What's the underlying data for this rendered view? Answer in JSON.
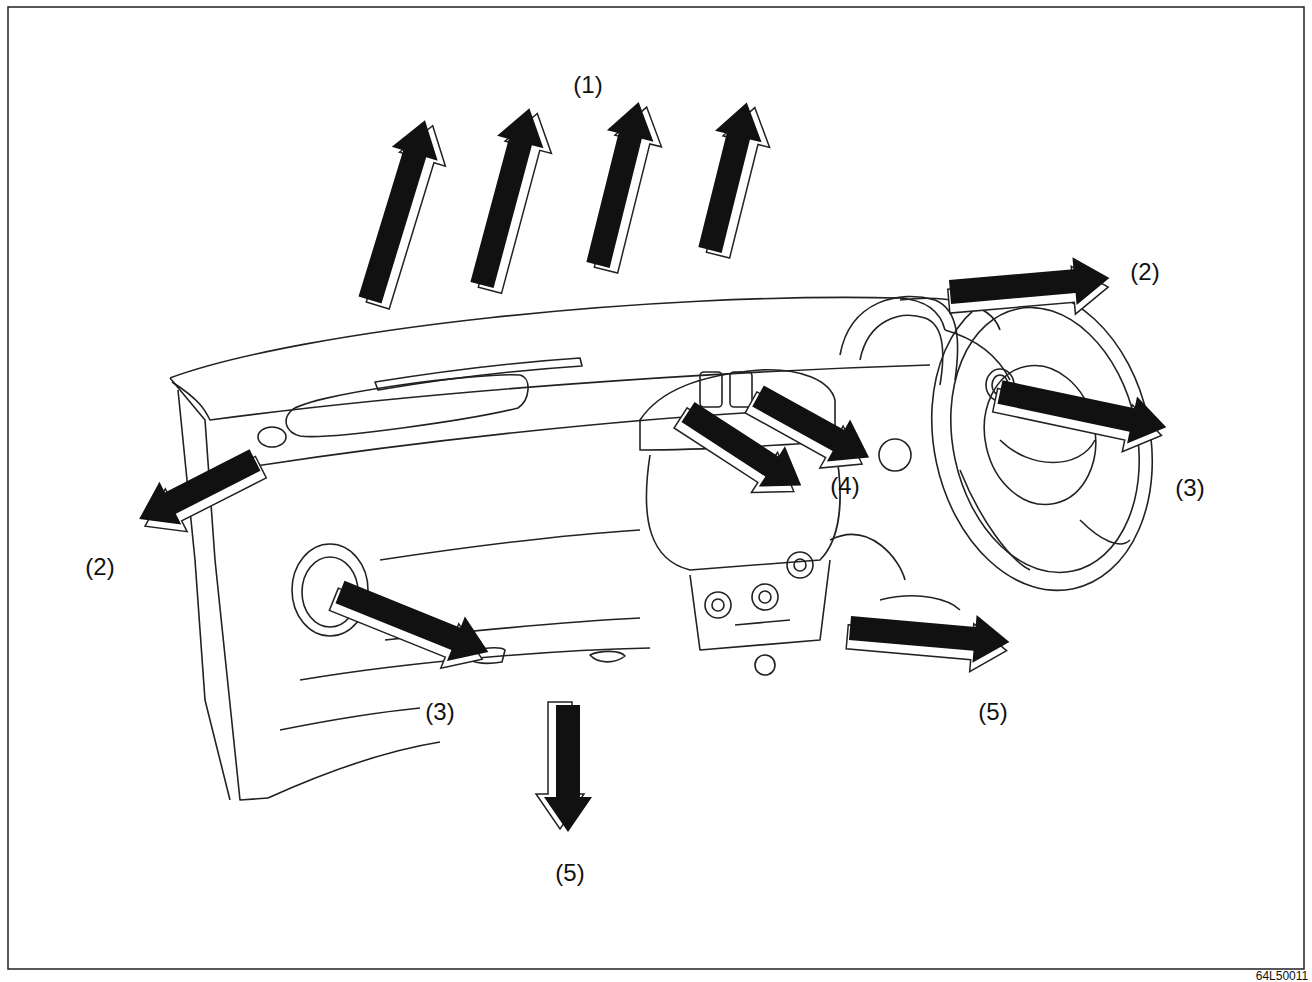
{
  "diagram": {
    "labels": [
      "(1)",
      "(2)",
      "(2)",
      "(3)",
      "(4)",
      "(3)",
      "(5)",
      "(5)",
      "64L50011"
    ]
  }
}
